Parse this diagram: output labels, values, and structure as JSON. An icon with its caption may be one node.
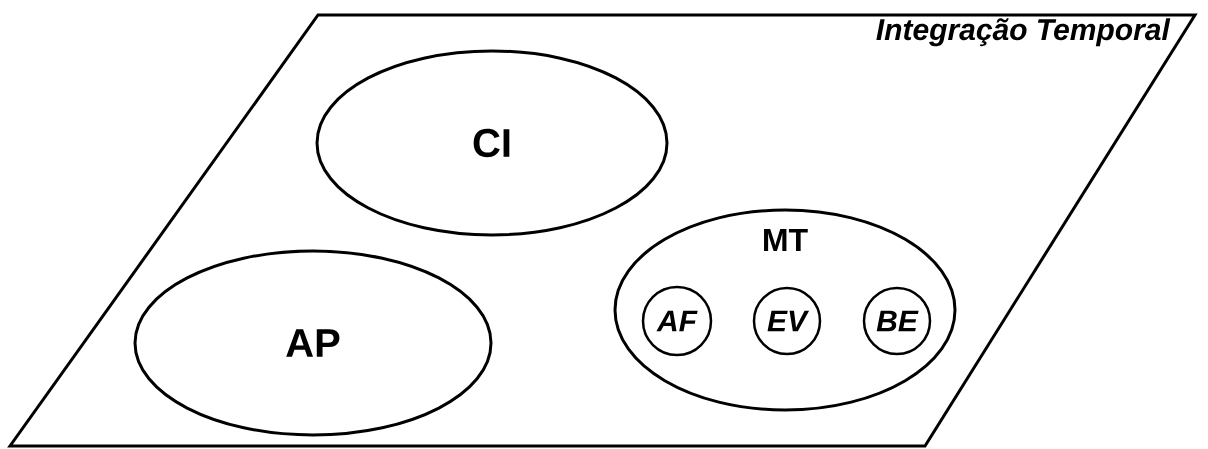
{
  "diagram": {
    "nodes": [
      {
        "text": [
          "Integração Temporal"
        ]
      },
      {
        "text": [
          "CI"
        ],
        "in": 0
      },
      {
        "text": [
          "MT"
        ],
        "in": 0
      },
      {
        "text": [
          "AF"
        ],
        "in": 2
      },
      {
        "text": [
          "EV"
        ],
        "in": 2
      },
      {
        "text": [
          "BE"
        ],
        "in": 2
      },
      {
        "text": [
          "AP"
        ],
        "in": 0
      }
    ]
  }
}
